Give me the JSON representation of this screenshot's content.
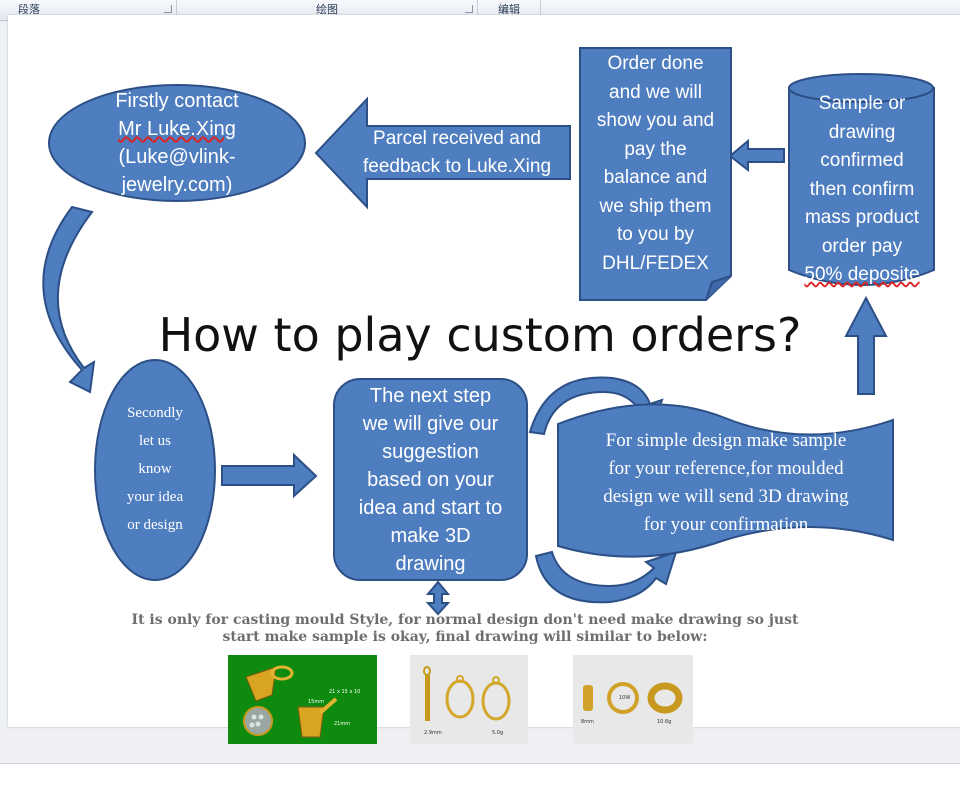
{
  "ribbon": {
    "groups": [
      "段落",
      "绘图",
      "编辑"
    ]
  },
  "diagram": {
    "title": "How to play custom orders?",
    "step1": [
      "Firstly contact",
      "Mr Luke.Xing",
      "(Luke@vlink-",
      "jewelry.com)"
    ],
    "step2": [
      "Secondly",
      "let us",
      "know",
      "your idea",
      "or design"
    ],
    "step3": [
      "The next step",
      "we will give our",
      "suggestion",
      "based on your",
      "idea and start to",
      "make 3D",
      "drawing"
    ],
    "step4": [
      "For simple design make sample",
      "for your reference,for moulded",
      "design we will send 3D drawing",
      "for your confirmation"
    ],
    "step5": [
      "Sample or",
      "drawing",
      "confirmed",
      "then confirm",
      "mass product",
      "order pay",
      "50% deposite"
    ],
    "step6": [
      "Order done",
      "and we will",
      "show you and",
      "pay the",
      "balance and",
      "we ship them",
      "to you by",
      "DHL/FEDEX"
    ],
    "step7": [
      "Parcel received and",
      "feedback to Luke.Xing"
    ],
    "note": [
      "It is only for casting mould Style, for normal design don't need make drawing so just",
      "start make sample is okay, final drawing will similar to below:"
    ]
  },
  "thumbs": {
    "t1": {
      "labels": [
        "21 x 15 x 10",
        "15mm",
        "21mm"
      ]
    },
    "t2": {
      "labels": [
        "2.9mm",
        "5.0g"
      ]
    },
    "t3": {
      "labels": [
        "10W",
        "10.6g",
        "8mm"
      ]
    }
  },
  "colors": {
    "shape_fill": "#4f7ec0",
    "shape_stroke": "#2c4f86",
    "thumb1_bg": "#0e8a0e"
  }
}
